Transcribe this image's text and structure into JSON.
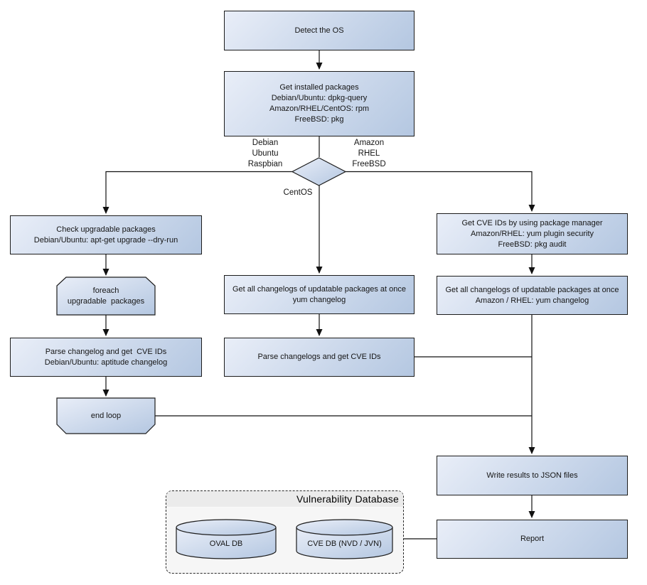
{
  "colors": {
    "node_fill_light": "#e9eef8",
    "node_fill_dark": "#b4c7e1",
    "node_border": "#1c1c1c",
    "connector": "#111111",
    "text_color": "#151515",
    "container_fill": "#f6f6f6",
    "container_header": "#ebebeb",
    "container_border": "#2a2a2a"
  },
  "nodes": {
    "detect_os": "Detect the OS",
    "get_installed_packages": "Get installed packages\nDebian/Ubuntu: dpkg-query\nAmazon/RHEL/CentOS: rpm\nFreeBSD: pkg",
    "check_upgradable": "Check upgradable packages\nDebian/Ubuntu: apt-get upgrade --dry-run",
    "foreach_loop": "foreach\nupgradable  packages",
    "parse_changelog_left": "Parse changelog and get  CVE IDs\nDebian/Ubuntu: aptitude changelog",
    "end_loop": "end loop",
    "get_changelogs_centos": "Get all changelogs of updatable packages at once\nyum changelog",
    "parse_changelogs_centos": "Parse changelogs and get CVE IDs",
    "get_cve_ids_pkg_mgr": "Get CVE IDs by using package manager\nAmazon/RHEL: yum plugin security\nFreeBSD: pkg audit",
    "get_changelogs_amazon": "Get all changelogs of updatable packages at once\nAmazon / RHEL: yum changelog",
    "write_results": "Write results to JSON files",
    "report": "Report"
  },
  "branch_labels": {
    "debian": "Debian\nUbuntu\nRaspbian",
    "amazon": "Amazon\nRHEL\nFreeBSD",
    "centos": "CentOS"
  },
  "database": {
    "title": "Vulnerability Database",
    "oval_db": "OVAL DB",
    "cve_db": "CVE DB (NVD / JVN)"
  }
}
